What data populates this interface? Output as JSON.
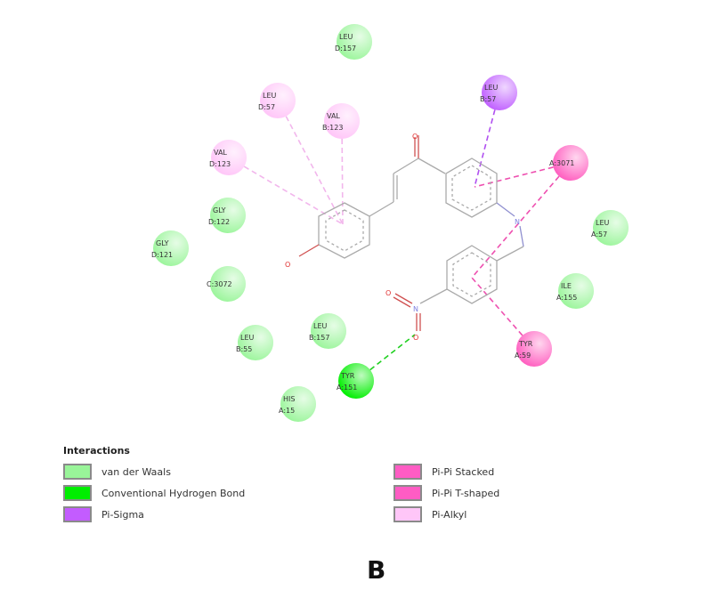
{
  "residues": [
    {
      "name": "LEU",
      "id": "D:157",
      "type": "vdw"
    },
    {
      "name": "LEU",
      "id": "D:57",
      "type": "alkyl"
    },
    {
      "name": "VAL",
      "id": "B:123",
      "type": "alkyl"
    },
    {
      "name": "VAL",
      "id": "D:123",
      "type": "alkyl"
    },
    {
      "name": "GLY",
      "id": "D:122",
      "type": "vdw"
    },
    {
      "name": "GLY",
      "id": "D:121",
      "type": "vdw"
    },
    {
      "name": "",
      "id": "C:3072",
      "type": "vdw"
    },
    {
      "name": "LEU",
      "id": "B:55",
      "type": "vdw"
    },
    {
      "name": "LEU",
      "id": "B:157",
      "type": "vdw"
    },
    {
      "name": "TYR",
      "id": "A:151",
      "type": "hbond"
    },
    {
      "name": "HIS",
      "id": "A:15",
      "type": "vdw"
    },
    {
      "name": "LEU",
      "id": "B:57",
      "type": "sigma"
    },
    {
      "name": "",
      "id": "A:3071",
      "type": "stacked"
    },
    {
      "name": "LEU",
      "id": "A:57",
      "type": "vdw"
    },
    {
      "name": "ILE",
      "id": "A:155",
      "type": "vdw"
    },
    {
      "name": "TYR",
      "id": "A:59",
      "type": "tshaped"
    }
  ],
  "atoms": {
    "oxygen": "O",
    "nitrogen": "N"
  },
  "colors": {
    "vdw": "#9cf59c",
    "hbond": "#00ee00",
    "sigma": "#c060ff",
    "stacked": "#ff5fc0",
    "tshaped": "#ff5fc0",
    "alkyl": "#ffc6f8",
    "bond": "#aaaaaa",
    "oxygen": "#e03030",
    "nitrogen": "#8080e0"
  },
  "legend": {
    "title": "Interactions",
    "items": [
      {
        "label": "van der Waals",
        "color": "#99f599"
      },
      {
        "label": "Conventional Hydrogen Bond",
        "color": "#00ee00"
      },
      {
        "label": "Pi-Sigma",
        "color": "#c35cff"
      },
      {
        "label": "Pi-Pi Stacked",
        "color": "#ff5cc4"
      },
      {
        "label": "Pi-Pi T-shaped",
        "color": "#ff5cc4"
      },
      {
        "label": "Pi-Alkyl",
        "color": "#ffc6f8"
      }
    ]
  },
  "panel_label": "B"
}
